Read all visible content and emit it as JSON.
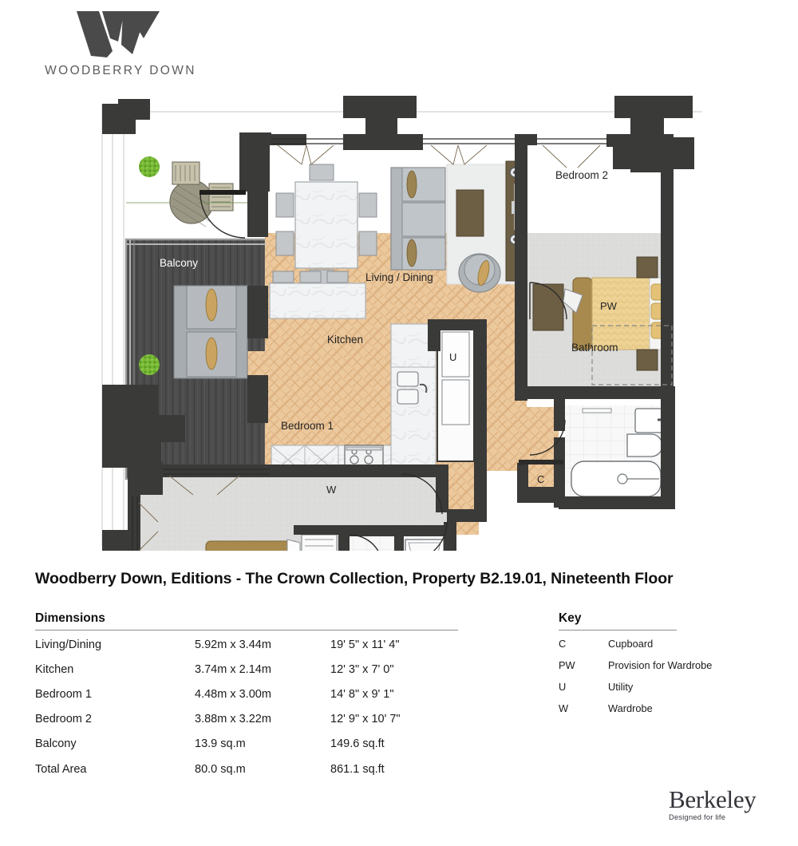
{
  "brand": {
    "name": "WOODBERRY DOWN",
    "mark": "w-monogram-icon"
  },
  "plan_title": "Woodberry Down, Editions - The Crown Collection, Property B2.19.01, Nineteenth Floor",
  "floorplan": {
    "rooms": [
      {
        "id": "balcony",
        "label": "Balcony",
        "floor": "decking"
      },
      {
        "id": "living-dining",
        "label": "Living / Dining",
        "floor": "herringbone-parquet"
      },
      {
        "id": "kitchen",
        "label": "Kitchen",
        "floor": "herringbone-parquet"
      },
      {
        "id": "bedroom-1",
        "label": "Bedroom 1",
        "floor": "carpet"
      },
      {
        "id": "bedroom-2",
        "label": "Bedroom 2",
        "floor": "carpet"
      },
      {
        "id": "bathroom",
        "label": "Bathroom",
        "floor": "tile"
      },
      {
        "id": "hallway",
        "label": "",
        "floor": "herringbone-parquet"
      }
    ],
    "codes": [
      {
        "id": "cupboard",
        "label": "C"
      },
      {
        "id": "wardrobe-provision",
        "label": "PW"
      },
      {
        "id": "utility",
        "label": "U"
      },
      {
        "id": "wardrobe",
        "label": "W"
      }
    ],
    "colors": {
      "wall": "#3a3a38",
      "parquet": "#ecc99d",
      "carpet": "#dcdcda",
      "decking": "#4c4c4c",
      "tile": "#f7f7f7",
      "joinery": "#6d5f44",
      "furniture_grey": "#b9bcbe",
      "bedding": "#edd294",
      "plant": "#76b833"
    }
  },
  "dimensions": {
    "heading": "Dimensions",
    "rows": [
      {
        "room": "Living/Dining",
        "metric": "5.92m x 3.44m",
        "imperial": "19' 5\" x 11' 4\""
      },
      {
        "room": "Kitchen",
        "metric": "3.74m x 2.14m",
        "imperial": "12' 3\" x 7' 0\""
      },
      {
        "room": "Bedroom 1",
        "metric": "4.48m x 3.00m",
        "imperial": "14' 8\" x 9' 1\""
      },
      {
        "room": "Bedroom 2",
        "metric": "3.88m x 3.22m",
        "imperial": "12' 9\" x 10' 7\""
      },
      {
        "room": "Balcony",
        "metric": "13.9 sq.m",
        "imperial": "149.6 sq.ft"
      },
      {
        "room": "Total Area",
        "metric": "80.0 sq.m",
        "imperial": "861.1 sq.ft"
      }
    ]
  },
  "key": {
    "heading": "Key",
    "rows": [
      {
        "code": "C",
        "meaning": "Cupboard"
      },
      {
        "code": "PW",
        "meaning": "Provision for Wardrobe"
      },
      {
        "code": "U",
        "meaning": "Utility"
      },
      {
        "code": "W",
        "meaning": "Wardrobe"
      }
    ]
  },
  "developer": {
    "name": "Berkeley",
    "tagline": "Designed for life"
  }
}
